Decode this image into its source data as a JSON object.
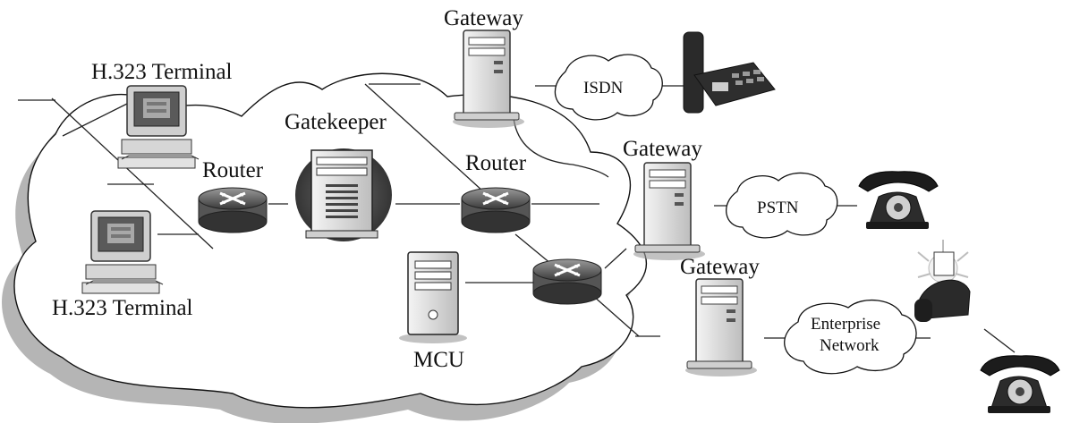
{
  "labels": {
    "gateway_top": "Gateway",
    "gateway_mid": "Gateway",
    "gateway_bottom": "Gateway",
    "terminal_top": "H.323 Terminal",
    "terminal_bottom": "H.323 Terminal",
    "gatekeeper": "Gatekeeper",
    "router_left": "Router",
    "router_center": "Router",
    "mcu": "MCU",
    "isdn": "ISDN",
    "pstn": "PSTN",
    "enterprise_line1": "Enterprise",
    "enterprise_line2": "Network"
  },
  "icons": {
    "terminal": "desktop-computer-icon",
    "server": "server-tower-icon",
    "router": "router-icon",
    "phone": "telephone-icon",
    "fax": "fax-icon",
    "cloud": "cloud-icon"
  },
  "colors": {
    "cloud_fill": "#ffffff",
    "cloud_shadow": "#b5b5b5",
    "device_dark": "#3a3a3a",
    "device_light": "#d8d8d8",
    "line": "#222222"
  }
}
